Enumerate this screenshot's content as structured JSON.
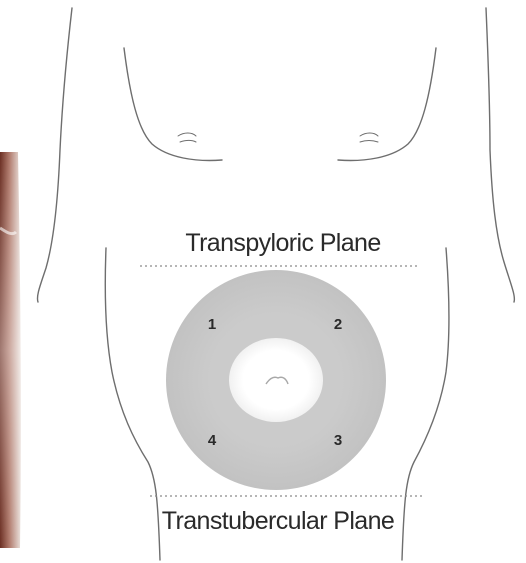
{
  "labels": {
    "transpyloric": "Transpyloric Plane",
    "transtubercular": "Transtubercular Plane"
  },
  "quadrants": [
    {
      "id": "1",
      "label": "1"
    },
    {
      "id": "2",
      "label": "2"
    },
    {
      "id": "3",
      "label": "3"
    },
    {
      "id": "4",
      "label": "4"
    }
  ],
  "colors": {
    "outline": "#6e6e6e",
    "text": "#2a2a2a",
    "ring_fill": "#c8c8c8",
    "plane_line": "#8a8a8a",
    "photo_dark": "#6b2e22",
    "photo_light": "#e8dcd6"
  }
}
